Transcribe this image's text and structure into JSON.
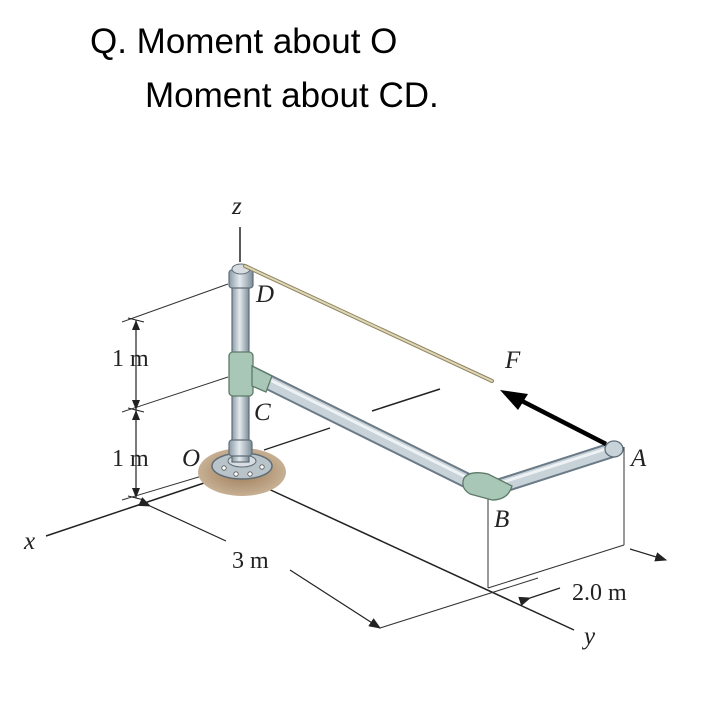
{
  "question": {
    "line1": "Q. Moment about O",
    "line2": "Moment about CD."
  },
  "figure": {
    "axis_labels": {
      "x": "x",
      "y": "y",
      "z": "z"
    },
    "point_labels": {
      "O": "O",
      "A": "A",
      "B": "B",
      "C": "C",
      "D": "D"
    },
    "force_label": "F",
    "dimensions": {
      "upper_height": "1 m",
      "lower_height": "1 m",
      "length": "3 m",
      "width": "2.0 m"
    },
    "colors": {
      "pipe": "#b9c6cf",
      "pipe_edge": "#6a7a86",
      "elbow": "#a9c7b7",
      "cable": "#d8ceaa",
      "ground": "#8a6a4a",
      "arrow": "#000000"
    }
  }
}
